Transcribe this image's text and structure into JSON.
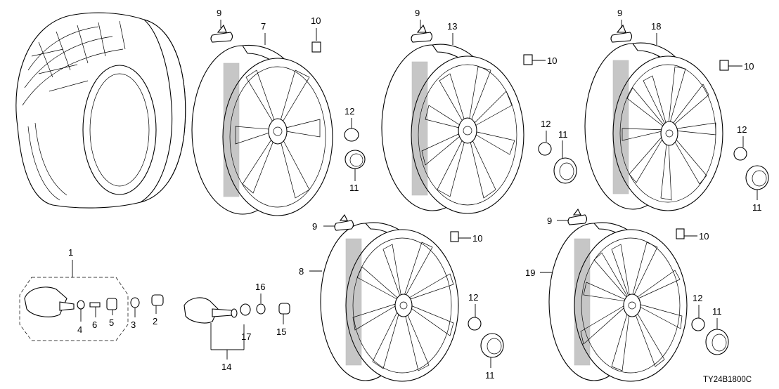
{
  "callouts": {
    "c1": "1",
    "c2": "2",
    "c3": "3",
    "c4": "4",
    "c5": "5",
    "c6": "6",
    "c7": "7",
    "c8": "8",
    "c9a": "9",
    "c9b": "9",
    "c9c": "9",
    "c9d": "9",
    "c9e": "9",
    "c10a": "10",
    "c10b": "10",
    "c10c": "10",
    "c10d": "10",
    "c10e": "10",
    "c11a": "11",
    "c11b": "11",
    "c11c": "11",
    "c11d": "11",
    "c11e": "11",
    "c12a": "12",
    "c12b": "12",
    "c12c": "12",
    "c12d": "12",
    "c12e": "12",
    "c13": "13",
    "c14": "14",
    "c15": "15",
    "c16": "16",
    "c17": "17",
    "c18": "18",
    "c19": "19"
  },
  "diagram_code": "TY24B1800C"
}
